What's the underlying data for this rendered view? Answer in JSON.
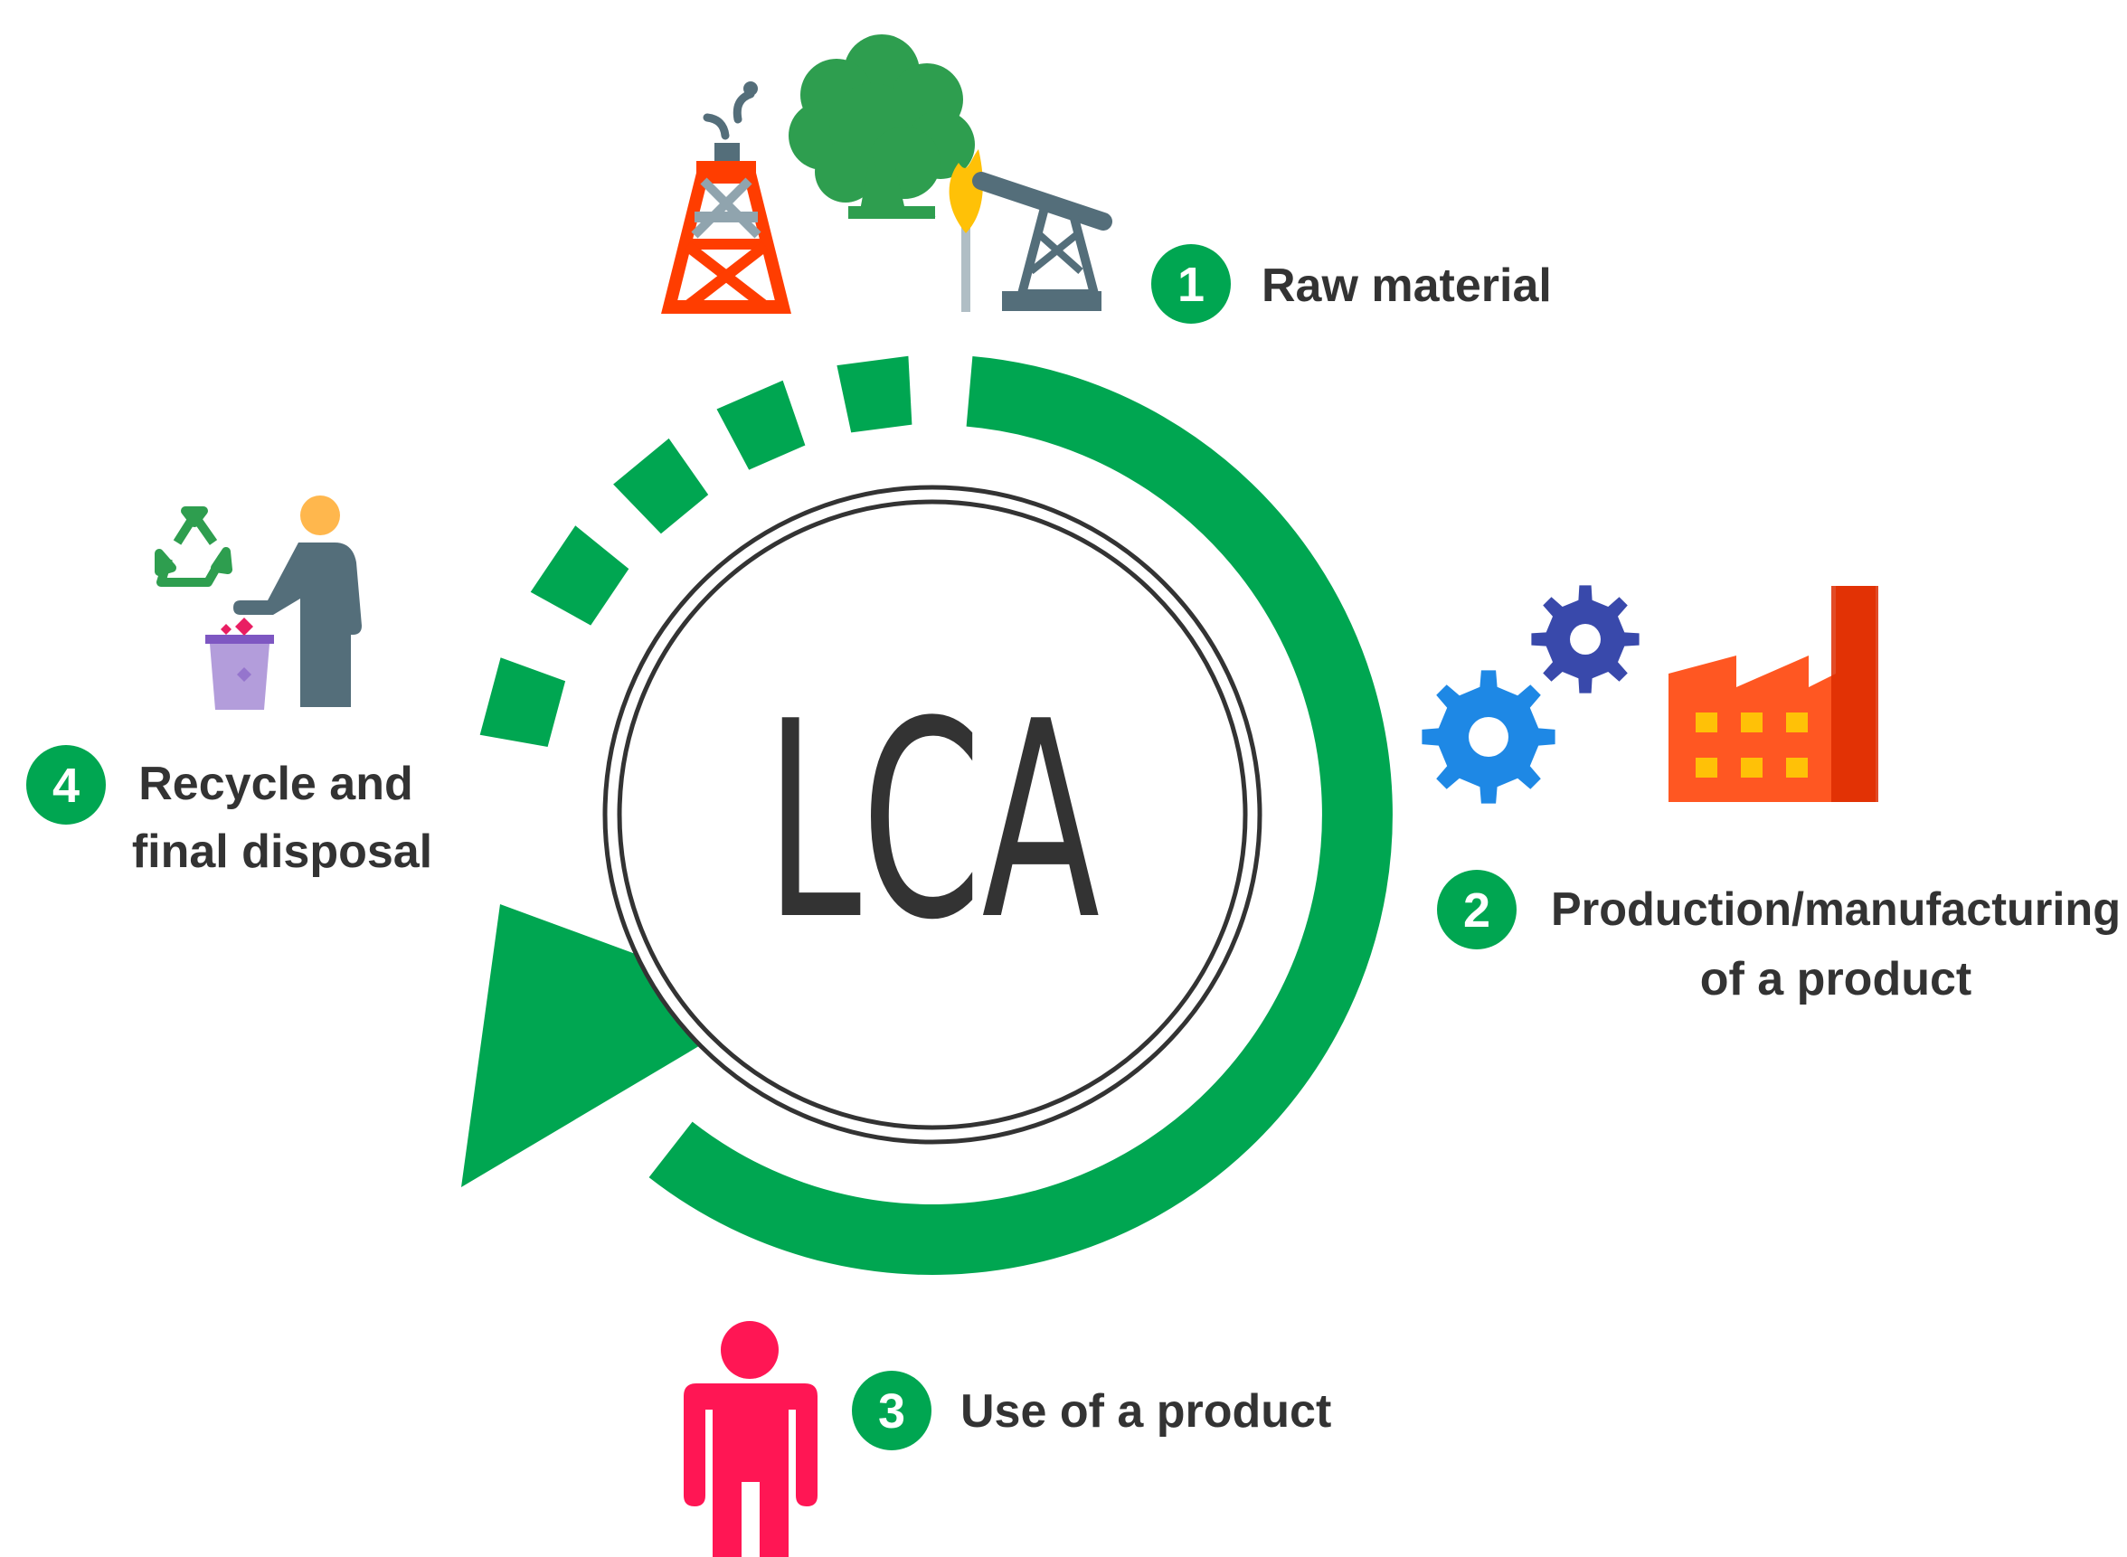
{
  "center": {
    "title": "LCA"
  },
  "stages": [
    {
      "number": "1",
      "lines": [
        "Raw material"
      ]
    },
    {
      "number": "2",
      "lines": [
        "Production/manufacturing",
        "of a product"
      ]
    },
    {
      "number": "3",
      "lines": [
        "Use of a product"
      ]
    },
    {
      "number": "4",
      "lines": [
        "Recycle and",
        "final disposal"
      ]
    }
  ],
  "icons": {
    "stage1": [
      "oil-derrick-icon",
      "tree-icon",
      "gas-flare-icon",
      "pumpjack-icon"
    ],
    "stage2": [
      "gear-icon",
      "gear-icon",
      "factory-icon"
    ],
    "stage3": [
      "person-icon"
    ],
    "stage4": [
      "recycle-icon",
      "person-disposing-icon",
      "trash-bin-icon"
    ]
  },
  "colors": {
    "cycle_green": "#00A651",
    "number_badge": "#00A651",
    "label_text": "#333333",
    "lca_text": "#333333",
    "derrick": "#FF3D00",
    "tree": "#2E9E4F",
    "flare": "#FFC107",
    "pumpjack": "#546E7A",
    "gear_light": "#1E88E5",
    "gear_dark": "#3949AB",
    "factory": "#FF5722",
    "factory_window": "#FFC107",
    "person_use": "#FF1654",
    "person_disposing": "#546E7A",
    "person_head": "#FFB74D",
    "bin": "#B39DDB",
    "recycle": "#2E9E4F"
  }
}
